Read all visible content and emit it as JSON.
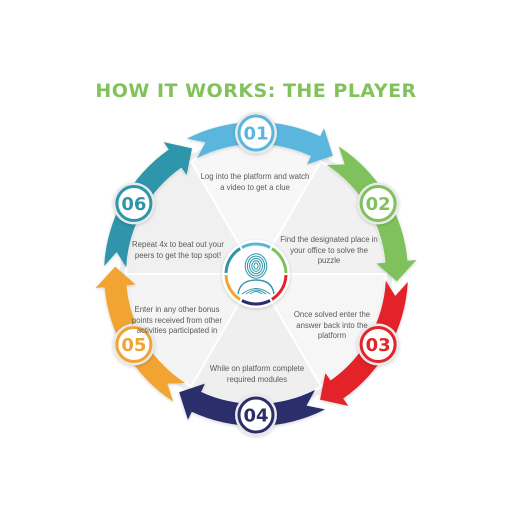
{
  "title": "HOW IT WORKS: THE PLAYER",
  "colors": {
    "title": "#82c25b",
    "step_01": "#5ab6dd",
    "step_02": "#7fc25d",
    "step_03": "#e3242b",
    "step_04": "#2b2e6b",
    "step_05": "#f1a432",
    "step_06": "#2f95aa"
  },
  "center_icon": "person-fingerprint-icon",
  "steps": [
    {
      "number": "01",
      "text": "Log into the platform and watch a video to get a clue"
    },
    {
      "number": "02",
      "text": "Find the designated place in your office to solve the puzzle"
    },
    {
      "number": "03",
      "text": "Once solved enter the answer back into the platform"
    },
    {
      "number": "04",
      "text": "While on platform complete required modules"
    },
    {
      "number": "05",
      "text": "Enter in any other bonus points received from other activities participated in"
    },
    {
      "number": "06",
      "text": "Repeat 4x to beat out your peers to get the top spot!"
    }
  ]
}
